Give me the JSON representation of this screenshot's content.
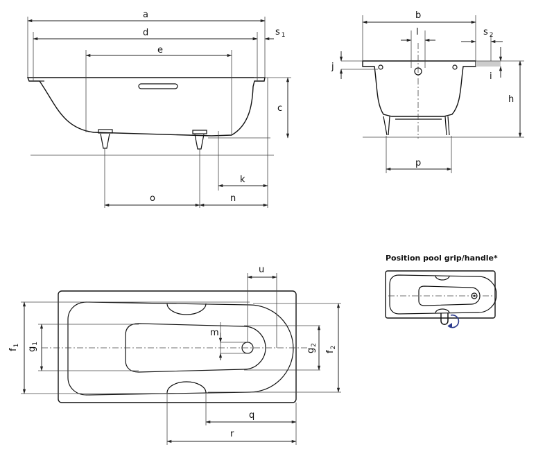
{
  "side_view": {
    "labels": {
      "a": "a",
      "d": "d",
      "e": "e",
      "c": "c",
      "k": "k",
      "o": "o",
      "n": "n",
      "s": "s",
      "s_sub": "1"
    }
  },
  "end_view": {
    "labels": {
      "b": "b",
      "l": "l",
      "s": "s",
      "s_sub": "2",
      "j": "j",
      "i": "i",
      "h": "h",
      "p": "p"
    }
  },
  "plan_view": {
    "labels": {
      "u": "u",
      "m": "m",
      "f": "f",
      "f1_sub": "1",
      "g": "g",
      "g1_sub": "1",
      "g2_sub": "2",
      "f2_sub": "2",
      "q": "q",
      "r": "r"
    }
  },
  "grip_position": {
    "caption": "Position pool grip/handle*"
  },
  "colors": {
    "line": "#111111",
    "accent_blue": "#2b3a8c",
    "grey_fill": "#cccccc"
  }
}
